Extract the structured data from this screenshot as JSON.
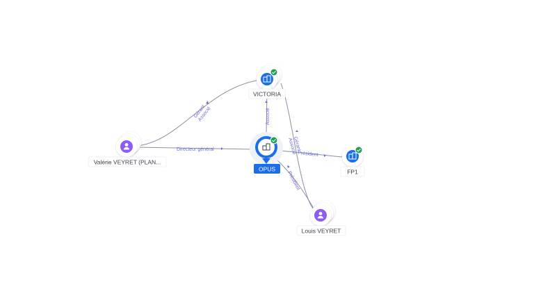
{
  "nodes": {
    "victoria": {
      "label": "VICTORIA",
      "type": "company",
      "verified": true
    },
    "opus": {
      "label": "OPUS",
      "type": "company",
      "verified": true,
      "focus": true
    },
    "fp1": {
      "label": "FP1",
      "type": "company",
      "verified": true
    },
    "valerie": {
      "label": "Valérie VEYRET (PLAN...",
      "type": "person"
    },
    "louis": {
      "label": "Louis VEYRET",
      "type": "person"
    }
  },
  "edges": {
    "valerie_victoria": {
      "label1": "Gérant",
      "label2": "Associé"
    },
    "valerie_opus": {
      "label1": "Directeur général"
    },
    "opus_victoria": {
      "label1": "Associé"
    },
    "opus_fp1": {
      "label1": "Président"
    },
    "louis_victoria": {
      "label1": "Gérant",
      "label2": "Associé"
    },
    "louis_opus": {
      "label1": "Président"
    }
  },
  "colors": {
    "company": "#1a6ee8",
    "person": "#8b5cf6",
    "verified": "#1e9e57",
    "edge": "#8a8fa3",
    "edge_label": "#6b6fd6"
  }
}
